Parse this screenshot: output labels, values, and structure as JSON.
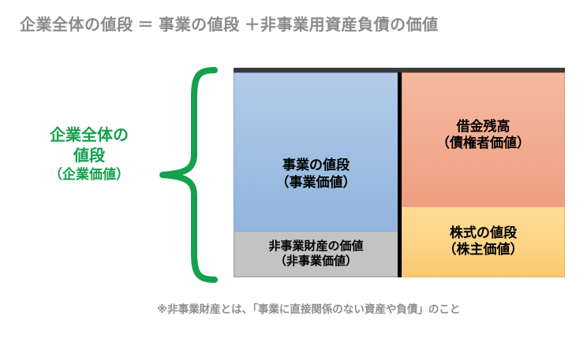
{
  "title": "企業全体の値段 ＝ 事業の値段 ＋非事業用資産負債の価値",
  "enterprise_label": {
    "line1": "企業全体の",
    "line2": "値段",
    "line3": "（企業価値）"
  },
  "diagram": {
    "left_column": [
      {
        "id": "business-value",
        "line1": "事業の値段",
        "line2": "（事業価値）",
        "color": "#9fbfe3"
      },
      {
        "id": "non-business-value",
        "line1": "非事業財産の価値",
        "line2": "（非事業価値）",
        "color": "#c3c3c3"
      }
    ],
    "right_column": [
      {
        "id": "debt-balance",
        "line1": "借金残高",
        "line2": "（債権者価値）",
        "color": "#f2a98d"
      },
      {
        "id": "equity-value",
        "line1": "株式の値段",
        "line2": "（株主価値）",
        "color": "#fcd384"
      }
    ]
  },
  "footnote": "※非事業財産とは、「事業に直接関係のない資産や負債」のこと",
  "colors": {
    "title_gray": "#8a8a8a",
    "brace_green": "#15a04d",
    "label_green": "#15a04d",
    "top_bar": "#3b3b3b",
    "divider": "#000000",
    "footnote_gray": "#8f8f8f"
  }
}
